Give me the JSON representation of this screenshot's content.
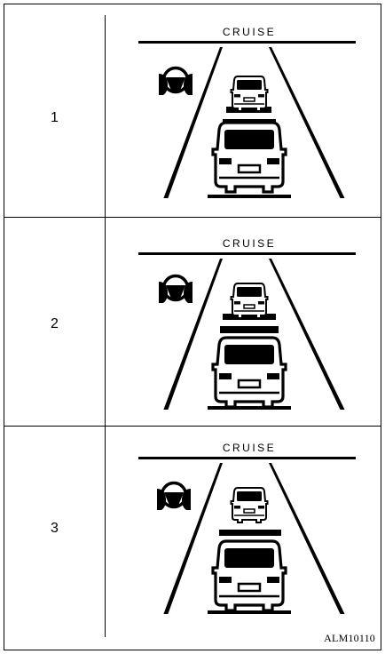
{
  "rows": [
    {
      "number": "1",
      "label": "CRUISE",
      "distance_bars": 3
    },
    {
      "number": "2",
      "label": "CRUISE",
      "distance_bars": 2
    },
    {
      "number": "3",
      "label": "CRUISE",
      "distance_bars": 1
    }
  ],
  "caption": "ALM10110",
  "icons": {
    "steering": "steering-wheel-hands-icon",
    "lead_vehicle": "lead-vehicle-icon",
    "own_vehicle": "own-vehicle-rear-icon"
  },
  "colors": {
    "line": "#000000",
    "background": "#ffffff"
  }
}
